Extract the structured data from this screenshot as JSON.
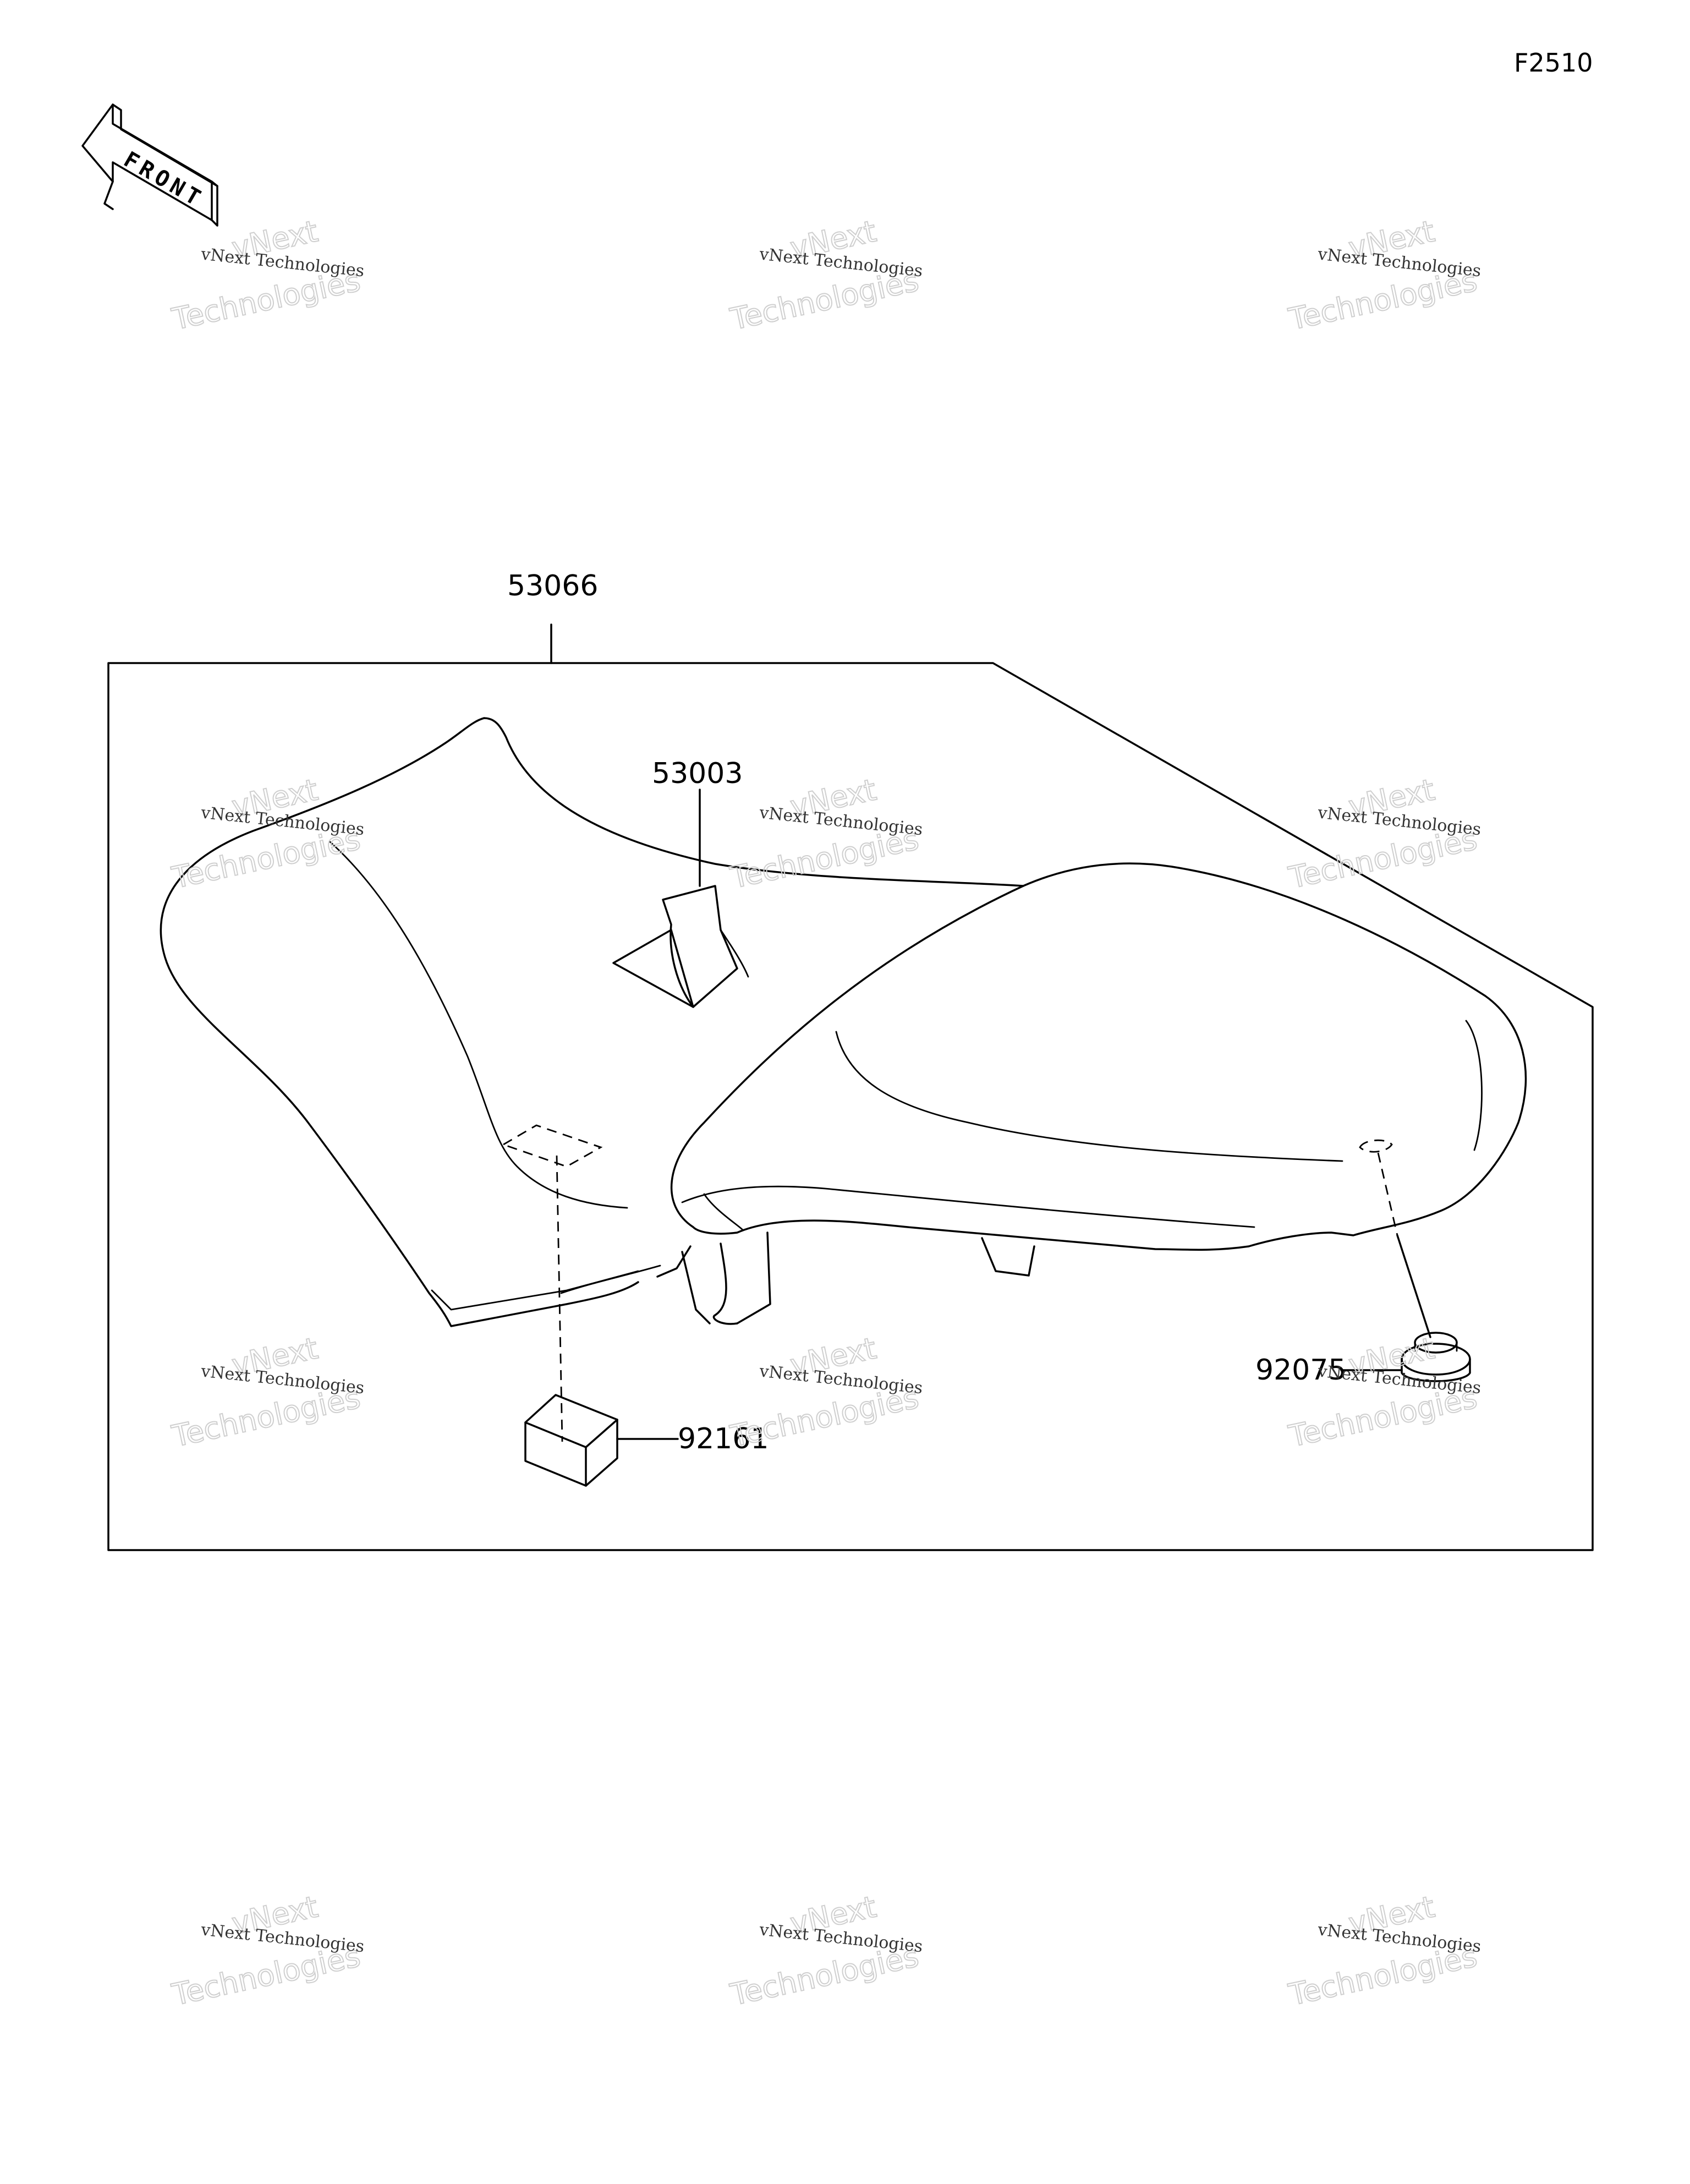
{
  "figure_number": "F2510",
  "front_indicator": {
    "label": "FRONT",
    "icon": "front-arrow-icon"
  },
  "parts": [
    {
      "number": "53066"
    },
    {
      "number": "53003"
    },
    {
      "number": "92161"
    },
    {
      "number": "92075"
    }
  ],
  "watermark": {
    "line1": "vNext",
    "line2": "Technologies",
    "small": "vNext Technologies"
  }
}
